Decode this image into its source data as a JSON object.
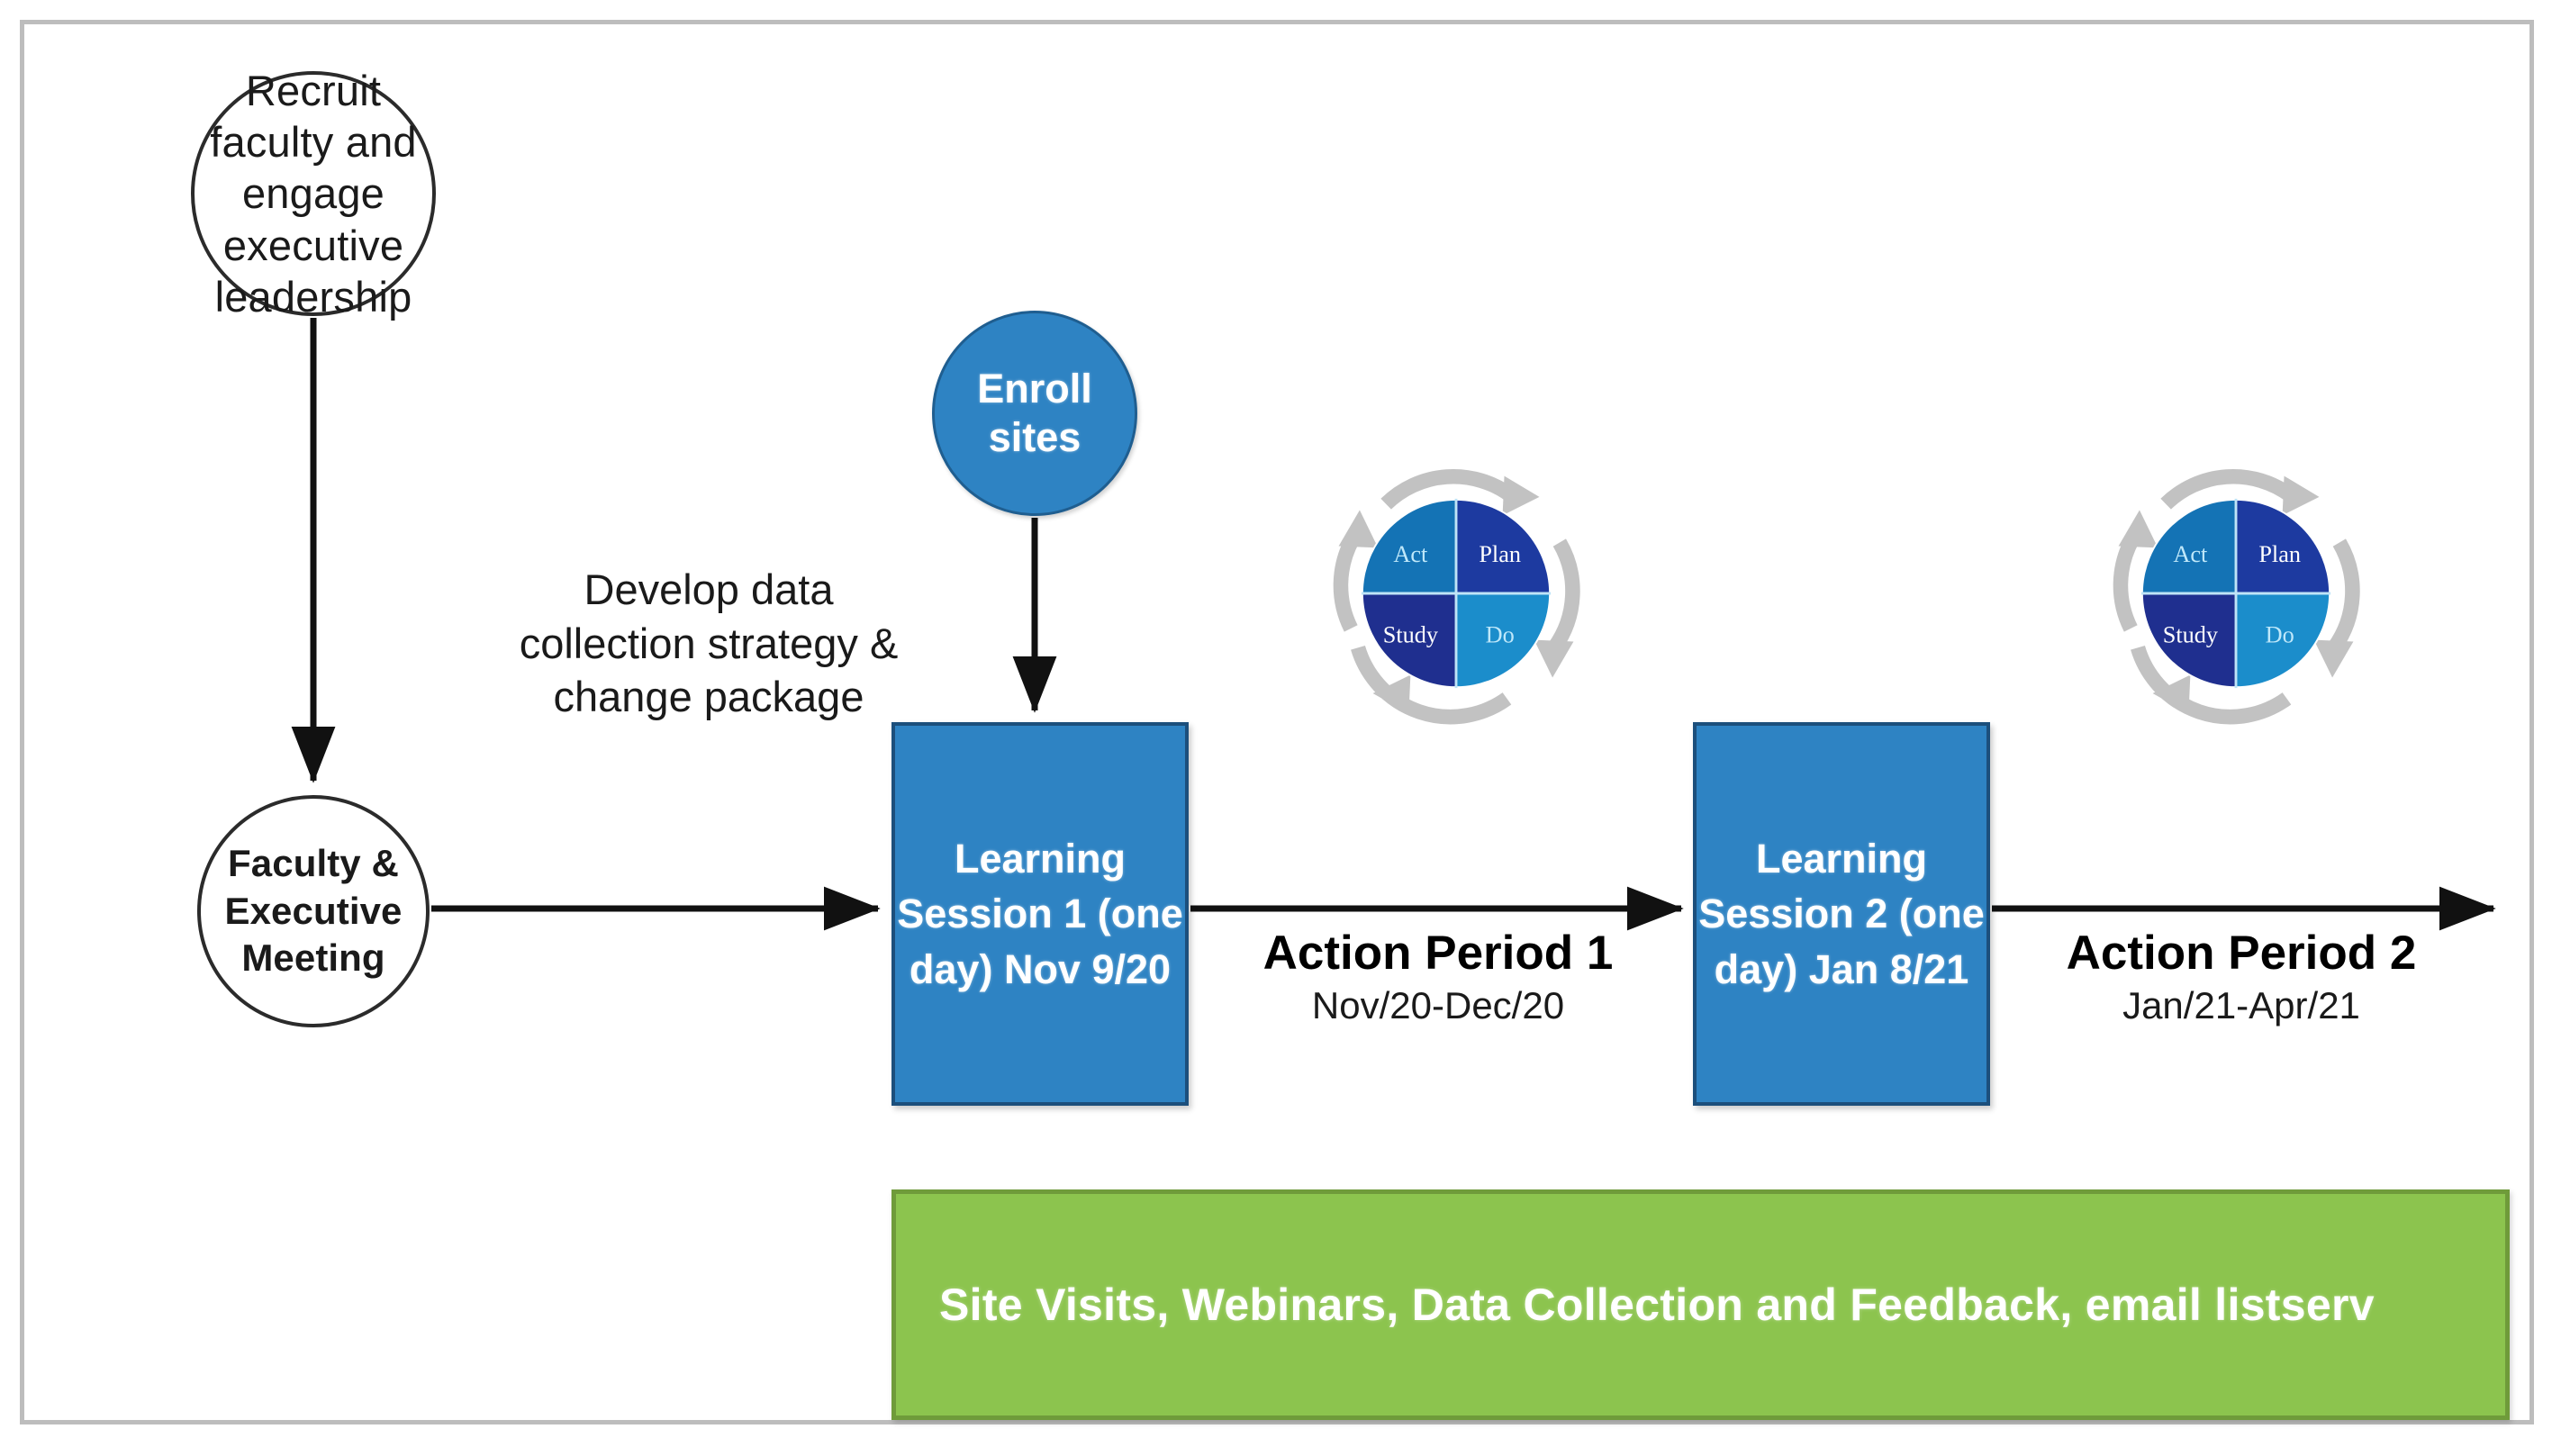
{
  "diagram": {
    "title": "Collaborative Learning Model Timeline",
    "colors": {
      "blue_fill": "#2E83C3",
      "blue_border": "#1C4F7C",
      "green_fill": "#8CC44E",
      "green_border": "#6F9B3A",
      "pdsa_dark_navy": "#1F2F8F",
      "pdsa_navy": "#1D3FA0",
      "pdsa_mid_blue": "#1473B5",
      "pdsa_light_blue": "#1B8DCB",
      "arrow_gray": "#BFBFBF",
      "line_black": "#111111",
      "frame_gray": "#BDBDBD"
    },
    "nodes": {
      "recruit_circle": "Recruit faculty and engage executive leadership",
      "faculty_circle": "Faculty & Executive Meeting",
      "enroll_circle": "Enroll sites",
      "develop_label": "Develop data collection strategy & change package",
      "session_1": "Learning Session 1 (one day) Nov 9/20",
      "session_2": "Learning Session 2 (one day) Jan 8/21",
      "green_bar": "Site Visits, Webinars, Data Collection and Feedback, email  listserv"
    },
    "action_periods": [
      {
        "title": "Action Period 1",
        "dates": "Nov/20-Dec/20"
      },
      {
        "title": "Action Period 2",
        "dates": "Jan/21-Apr/21"
      }
    ],
    "pdsa": {
      "quadrants": {
        "plan": "Plan",
        "do": "Do",
        "study": "Study",
        "act": "Act"
      },
      "count": 2
    }
  }
}
